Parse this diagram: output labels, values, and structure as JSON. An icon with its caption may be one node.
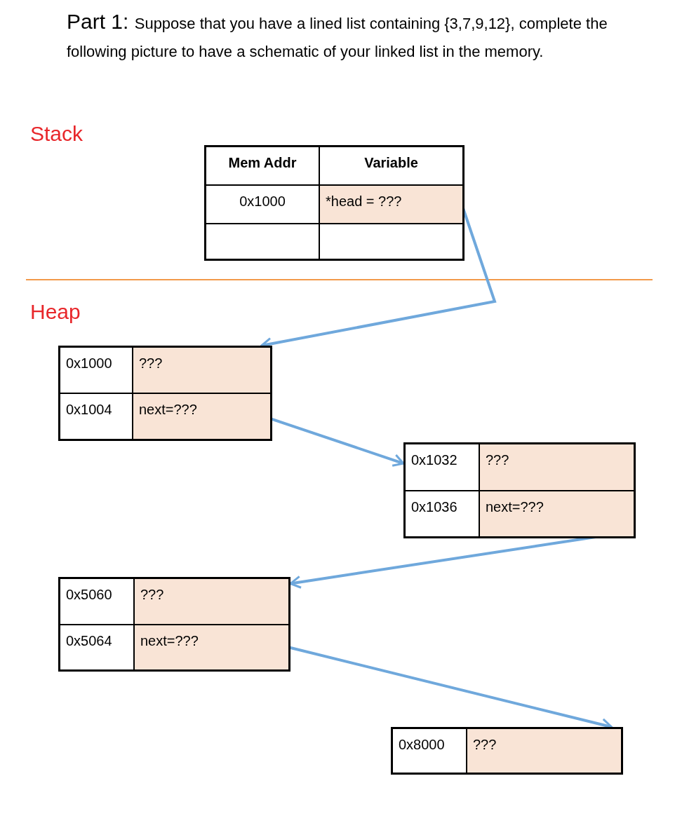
{
  "diagram": {
    "title": "Part 1:",
    "nodes": [
      {
        "text": [],
        "shape": "box"
      },
      {
        "text": [
          "Mem Addr"
        ],
        "in": 0
      },
      {
        "text": [
          "Variable"
        ],
        "in": 0
      },
      {
        "text": [
          "0x1000"
        ],
        "in": 0
      },
      {
        "text": [
          "*head = ???"
        ],
        "in": 0
      },
      {
        "text": [],
        "shape": "box",
        "in": 0
      },
      {
        "text": [],
        "shape": "box",
        "in": 0
      },
      {
        "text": [],
        "shape": "box"
      },
      {
        "text": [
          "0x1000"
        ],
        "in": 7
      },
      {
        "text": [
          "???"
        ],
        "in": 7
      },
      {
        "text": [
          "0x1004"
        ],
        "in": 7
      },
      {
        "text": [
          "next=???"
        ],
        "in": 7
      },
      {
        "text": [],
        "shape": "box"
      },
      {
        "text": [
          "0x1032"
        ],
        "in": 12
      },
      {
        "text": [
          "???"
        ],
        "in": 12
      },
      {
        "text": [
          "0x1036"
        ],
        "in": 12
      },
      {
        "text": [
          "next=???"
        ],
        "in": 12
      },
      {
        "text": [],
        "shape": "box"
      },
      {
        "text": [
          "0x5060"
        ],
        "in": 17
      },
      {
        "text": [
          "???"
        ],
        "in": 17
      },
      {
        "text": [
          "0x5064"
        ],
        "in": 17
      },
      {
        "text": [
          "next=???"
        ],
        "in": 17
      },
      {
        "text": [],
        "shape": "box"
      },
      {
        "text": [
          "0x8000"
        ],
        "in": 22
      },
      {
        "text": [
          "???"
        ],
        "in": 22
      }
    ],
    "edges": [
      {
        "from": 4,
        "to": 7,
        "arrow": "to"
      },
      {
        "from": 11,
        "to": 12,
        "arrow": "to"
      },
      {
        "from": 16,
        "to": 17,
        "arrow": "to"
      },
      {
        "from": 21,
        "to": 22,
        "arrow": "to"
      }
    ],
    "labels": [
      "Suppose that you have a lined list containing {3,7,9,12}, complete the following picture to have a schematic of your linked list in the memory.",
      "Stack",
      "Heap"
    ]
  }
}
